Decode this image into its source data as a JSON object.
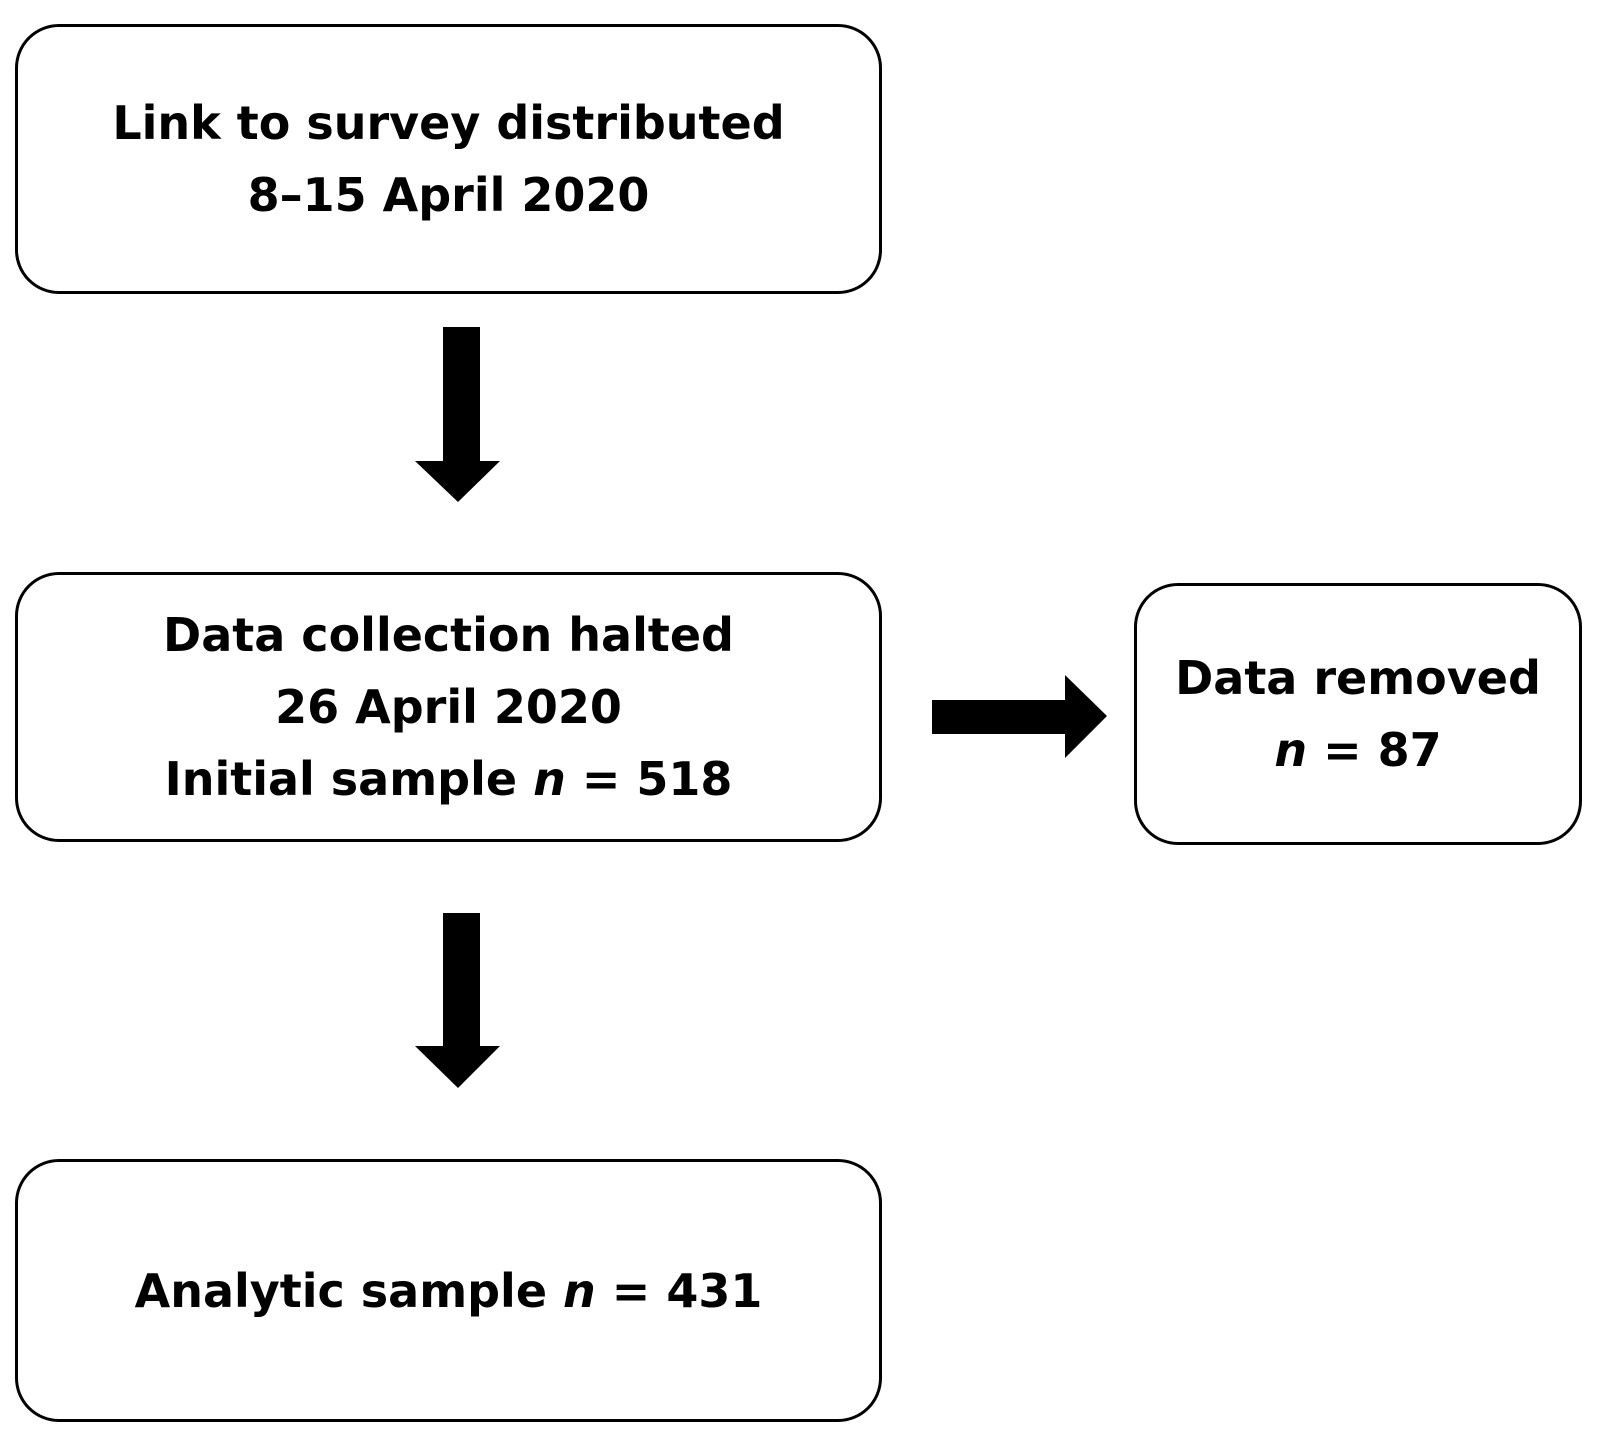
{
  "colors": {
    "background": "#ffffff",
    "stroke": "#000000",
    "arrow_fill": "#000000"
  },
  "nodes": {
    "survey": {
      "line1": "Link to survey distributed",
      "line2": "8–15 April 2020"
    },
    "halted": {
      "line1": "Data collection halted",
      "line2": "26 April 2020",
      "line3_prefix": "Initial sample ",
      "line3_var": "n",
      "line3_suffix": " = 518"
    },
    "removed": {
      "line1": "Data removed",
      "line2_var": "n",
      "line2_suffix": " = 87"
    },
    "analytic": {
      "line1_prefix": "Analytic sample ",
      "line1_var": "n",
      "line1_suffix": " = 431"
    }
  },
  "edges": [
    {
      "from": "survey",
      "to": "halted",
      "direction": "down"
    },
    {
      "from": "halted",
      "to": "removed",
      "direction": "right"
    },
    {
      "from": "halted",
      "to": "analytic",
      "direction": "down"
    }
  ]
}
